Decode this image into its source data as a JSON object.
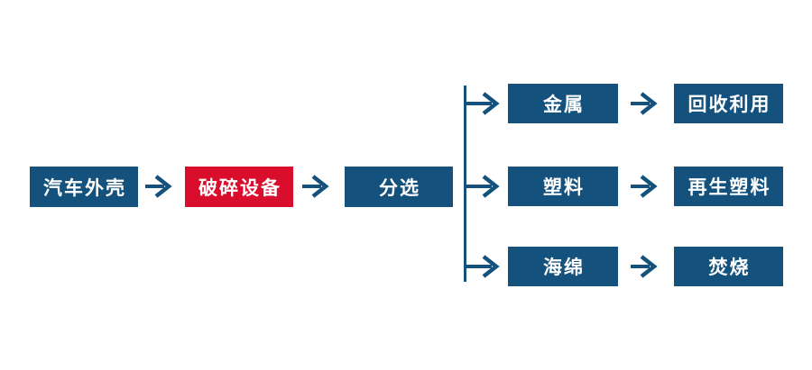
{
  "flow": {
    "main": [
      {
        "label": "汽车外壳",
        "color": "blue"
      },
      {
        "label": "破碎设备",
        "color": "red"
      },
      {
        "label": "分选",
        "color": "blue"
      }
    ],
    "branches": [
      {
        "source": "金属",
        "result": "回收利用"
      },
      {
        "source": "塑料",
        "result": "再生塑料"
      },
      {
        "source": "海绵",
        "result": "焚烧"
      }
    ]
  },
  "icons": {
    "arrow": "right-arrow-icon"
  },
  "colors": {
    "primary_blue": "#14527D",
    "accent_red": "#D80E2C",
    "background": "#FFFFFF",
    "text": "#FFFFFF"
  }
}
